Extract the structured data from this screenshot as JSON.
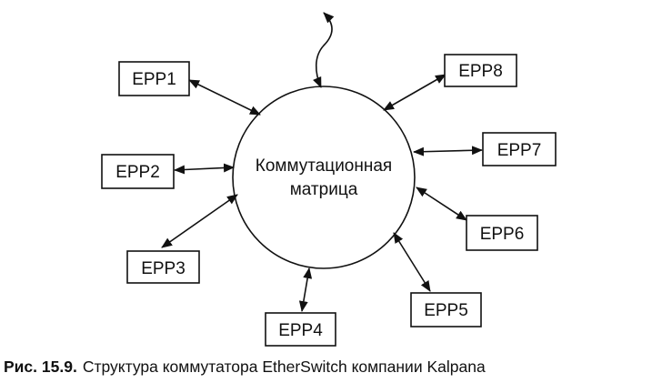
{
  "diagram": {
    "center": {
      "line1": "Коммутационная",
      "line2": "матрица"
    },
    "nodes": [
      {
        "id": "epp1",
        "label": "EPP1"
      },
      {
        "id": "epp2",
        "label": "EPP2"
      },
      {
        "id": "epp3",
        "label": "EPP3"
      },
      {
        "id": "epp4",
        "label": "EPP4"
      },
      {
        "id": "epp5",
        "label": "EPP5"
      },
      {
        "id": "epp6",
        "label": "EPP6"
      },
      {
        "id": "epp7",
        "label": "EPP7"
      },
      {
        "id": "epp8",
        "label": "EPP8"
      }
    ],
    "colors": {
      "stroke": "#111111",
      "background": "#ffffff"
    }
  },
  "caption": {
    "prefix": "Рис. 15.9.",
    "text": "Структура коммутатора EtherSwitch компании Kalpana"
  }
}
